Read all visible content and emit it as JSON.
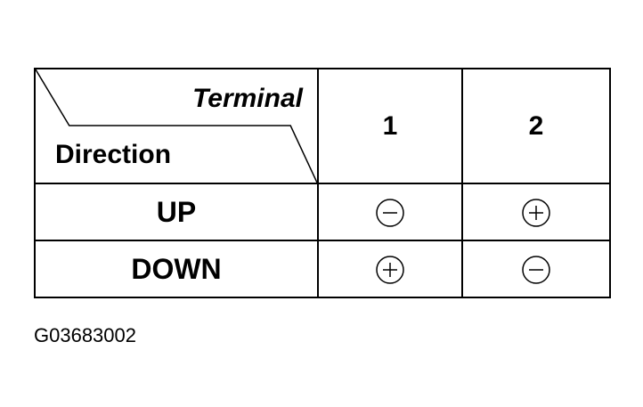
{
  "table": {
    "header": {
      "corner_top_label": "Terminal",
      "corner_bottom_label": "Direction",
      "terminals": [
        "1",
        "2"
      ]
    },
    "rows": [
      {
        "label": "UP",
        "polarity": [
          "minus",
          "plus"
        ]
      },
      {
        "label": "DOWN",
        "polarity": [
          "plus",
          "minus"
        ]
      }
    ]
  },
  "figure_code": "G03683002"
}
